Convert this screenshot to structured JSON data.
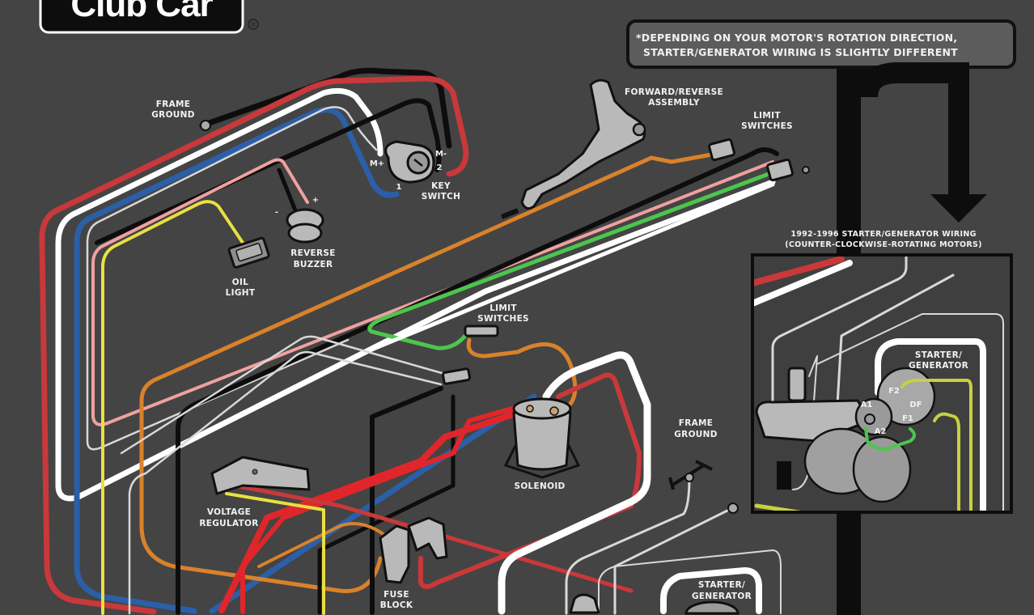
{
  "brand": {
    "logo_text": "Club Car",
    "registered_mark": "®"
  },
  "note": {
    "line1": "*DEPENDING ON YOUR MOTOR'S ROTATION DIRECTION,",
    "line2": "STARTER/GENERATOR WIRING IS SLIGHTLY DIFFERENT"
  },
  "labels": {
    "frame_ground_top": [
      "FRAME",
      "GROUND"
    ],
    "key_switch": [
      "KEY",
      "SWITCH"
    ],
    "forward_reverse": [
      "FORWARD/REVERSE",
      "ASSEMBLY"
    ],
    "limit_switches_top": [
      "LIMIT",
      "SWITCHES"
    ],
    "oil_light": [
      "OIL",
      "LIGHT"
    ],
    "reverse_buzzer": [
      "REVERSE",
      "BUZZER"
    ],
    "limit_switches_mid": [
      "LIMIT",
      "SWITCHES"
    ],
    "solenoid": "SOLENOID",
    "voltage_regulator": [
      "VOLTAGE",
      "REGULATOR"
    ],
    "fuse_block": [
      "FUSE",
      "BLOCK"
    ],
    "frame_ground_mid": [
      "FRAME",
      "GROUND"
    ],
    "starter_generator_bottom": [
      "STARTER/",
      "GENERATOR"
    ]
  },
  "key_switch_terminals": {
    "m_plus": "M+",
    "m_minus": "M-",
    "t1": "1",
    "t2": "2"
  },
  "buzzer_terminals": {
    "plus": "+",
    "minus": "-"
  },
  "inset": {
    "title_line1": "1992-1996 STARTER/GENERATOR WIRING",
    "title_line2": "(COUNTER-CLOCKWISE-ROTATING MOTORS)",
    "starter_generator": [
      "STARTER/",
      "GENERATOR"
    ],
    "terminals": {
      "f2": "F2",
      "df": "DF",
      "f1": "F1",
      "a1": "A1",
      "a2": "A2"
    }
  },
  "wire_colors": {
    "red": "#c9383a",
    "bright_red": "#e0262a",
    "white": "#ffffff",
    "blue": "#2b5fa8",
    "black": "#0d0d0d",
    "orange": "#d9822b",
    "pink": "#f0a0a0",
    "yellow": "#e8e040",
    "yellow_green": "#c8d040",
    "green": "#4cc64c",
    "gray_thin": "#d8d8d8"
  },
  "background_color": "#444444"
}
